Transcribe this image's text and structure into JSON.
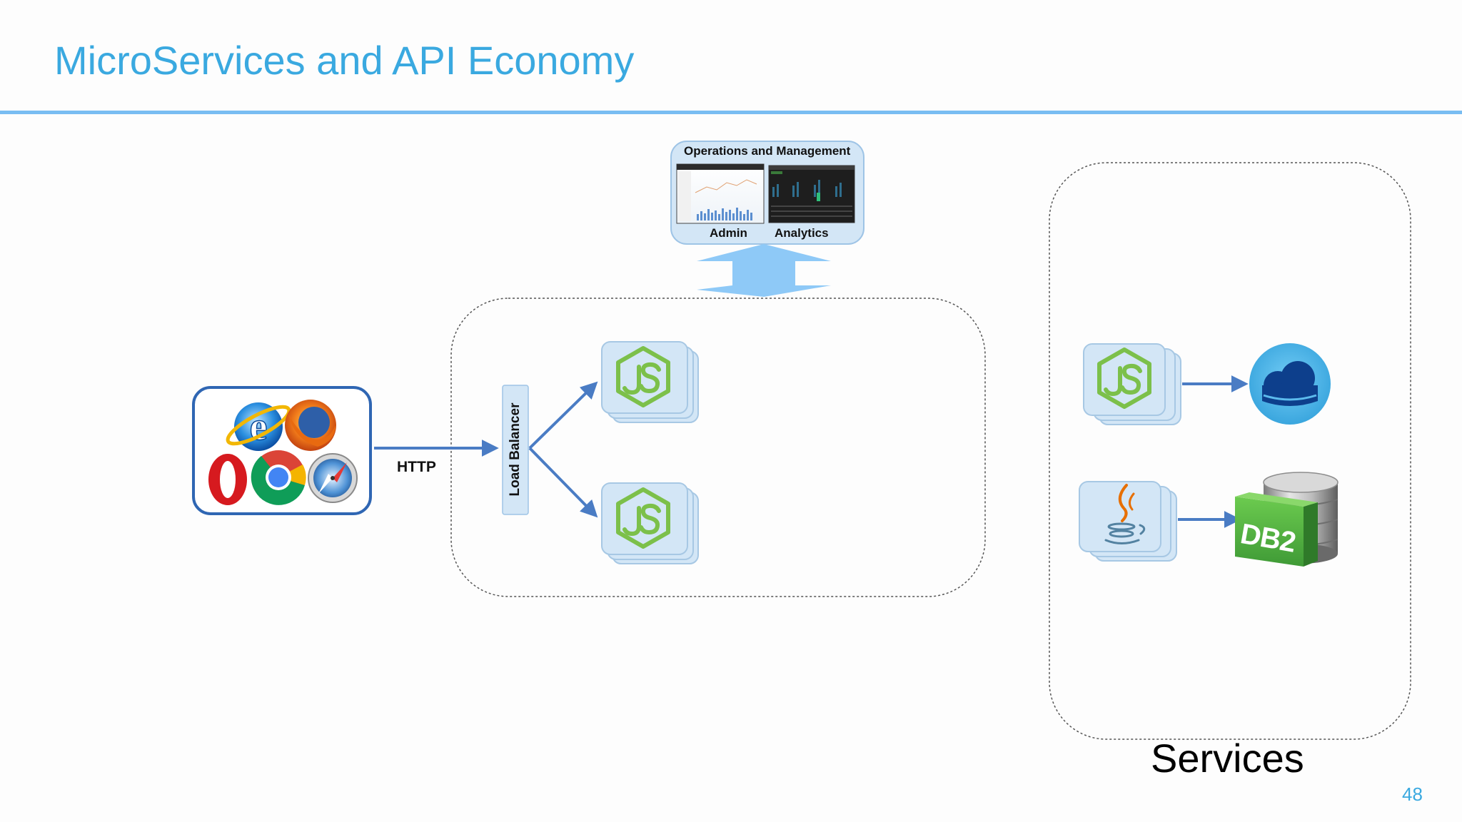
{
  "slide": {
    "title": "MicroServices and API Economy",
    "page_number": "48"
  },
  "operations": {
    "title": "Operations and Management",
    "admin_label": "Admin",
    "analytics_label": "Analytics"
  },
  "client": {
    "protocol_label": "HTTP",
    "browsers": [
      "internet-explorer",
      "firefox",
      "opera",
      "chrome",
      "safari"
    ]
  },
  "gateway": {
    "load_balancer_label": "Load Balancer",
    "instances": [
      "nodejs",
      "nodejs"
    ]
  },
  "services": {
    "label": "Services",
    "items": [
      {
        "runtime": "nodejs",
        "backend": "cloud-database"
      },
      {
        "runtime": "java",
        "backend": "db2",
        "backend_label": "DB2"
      }
    ]
  },
  "colors": {
    "title": "#3aa9e0",
    "rule": "#79bdf2",
    "arrow": "#4a7cc4",
    "tile": "#d3e6f6",
    "node_green": "#7cc04a",
    "db2_green": "#55b548",
    "big_arrow": "#8ec9f7"
  }
}
